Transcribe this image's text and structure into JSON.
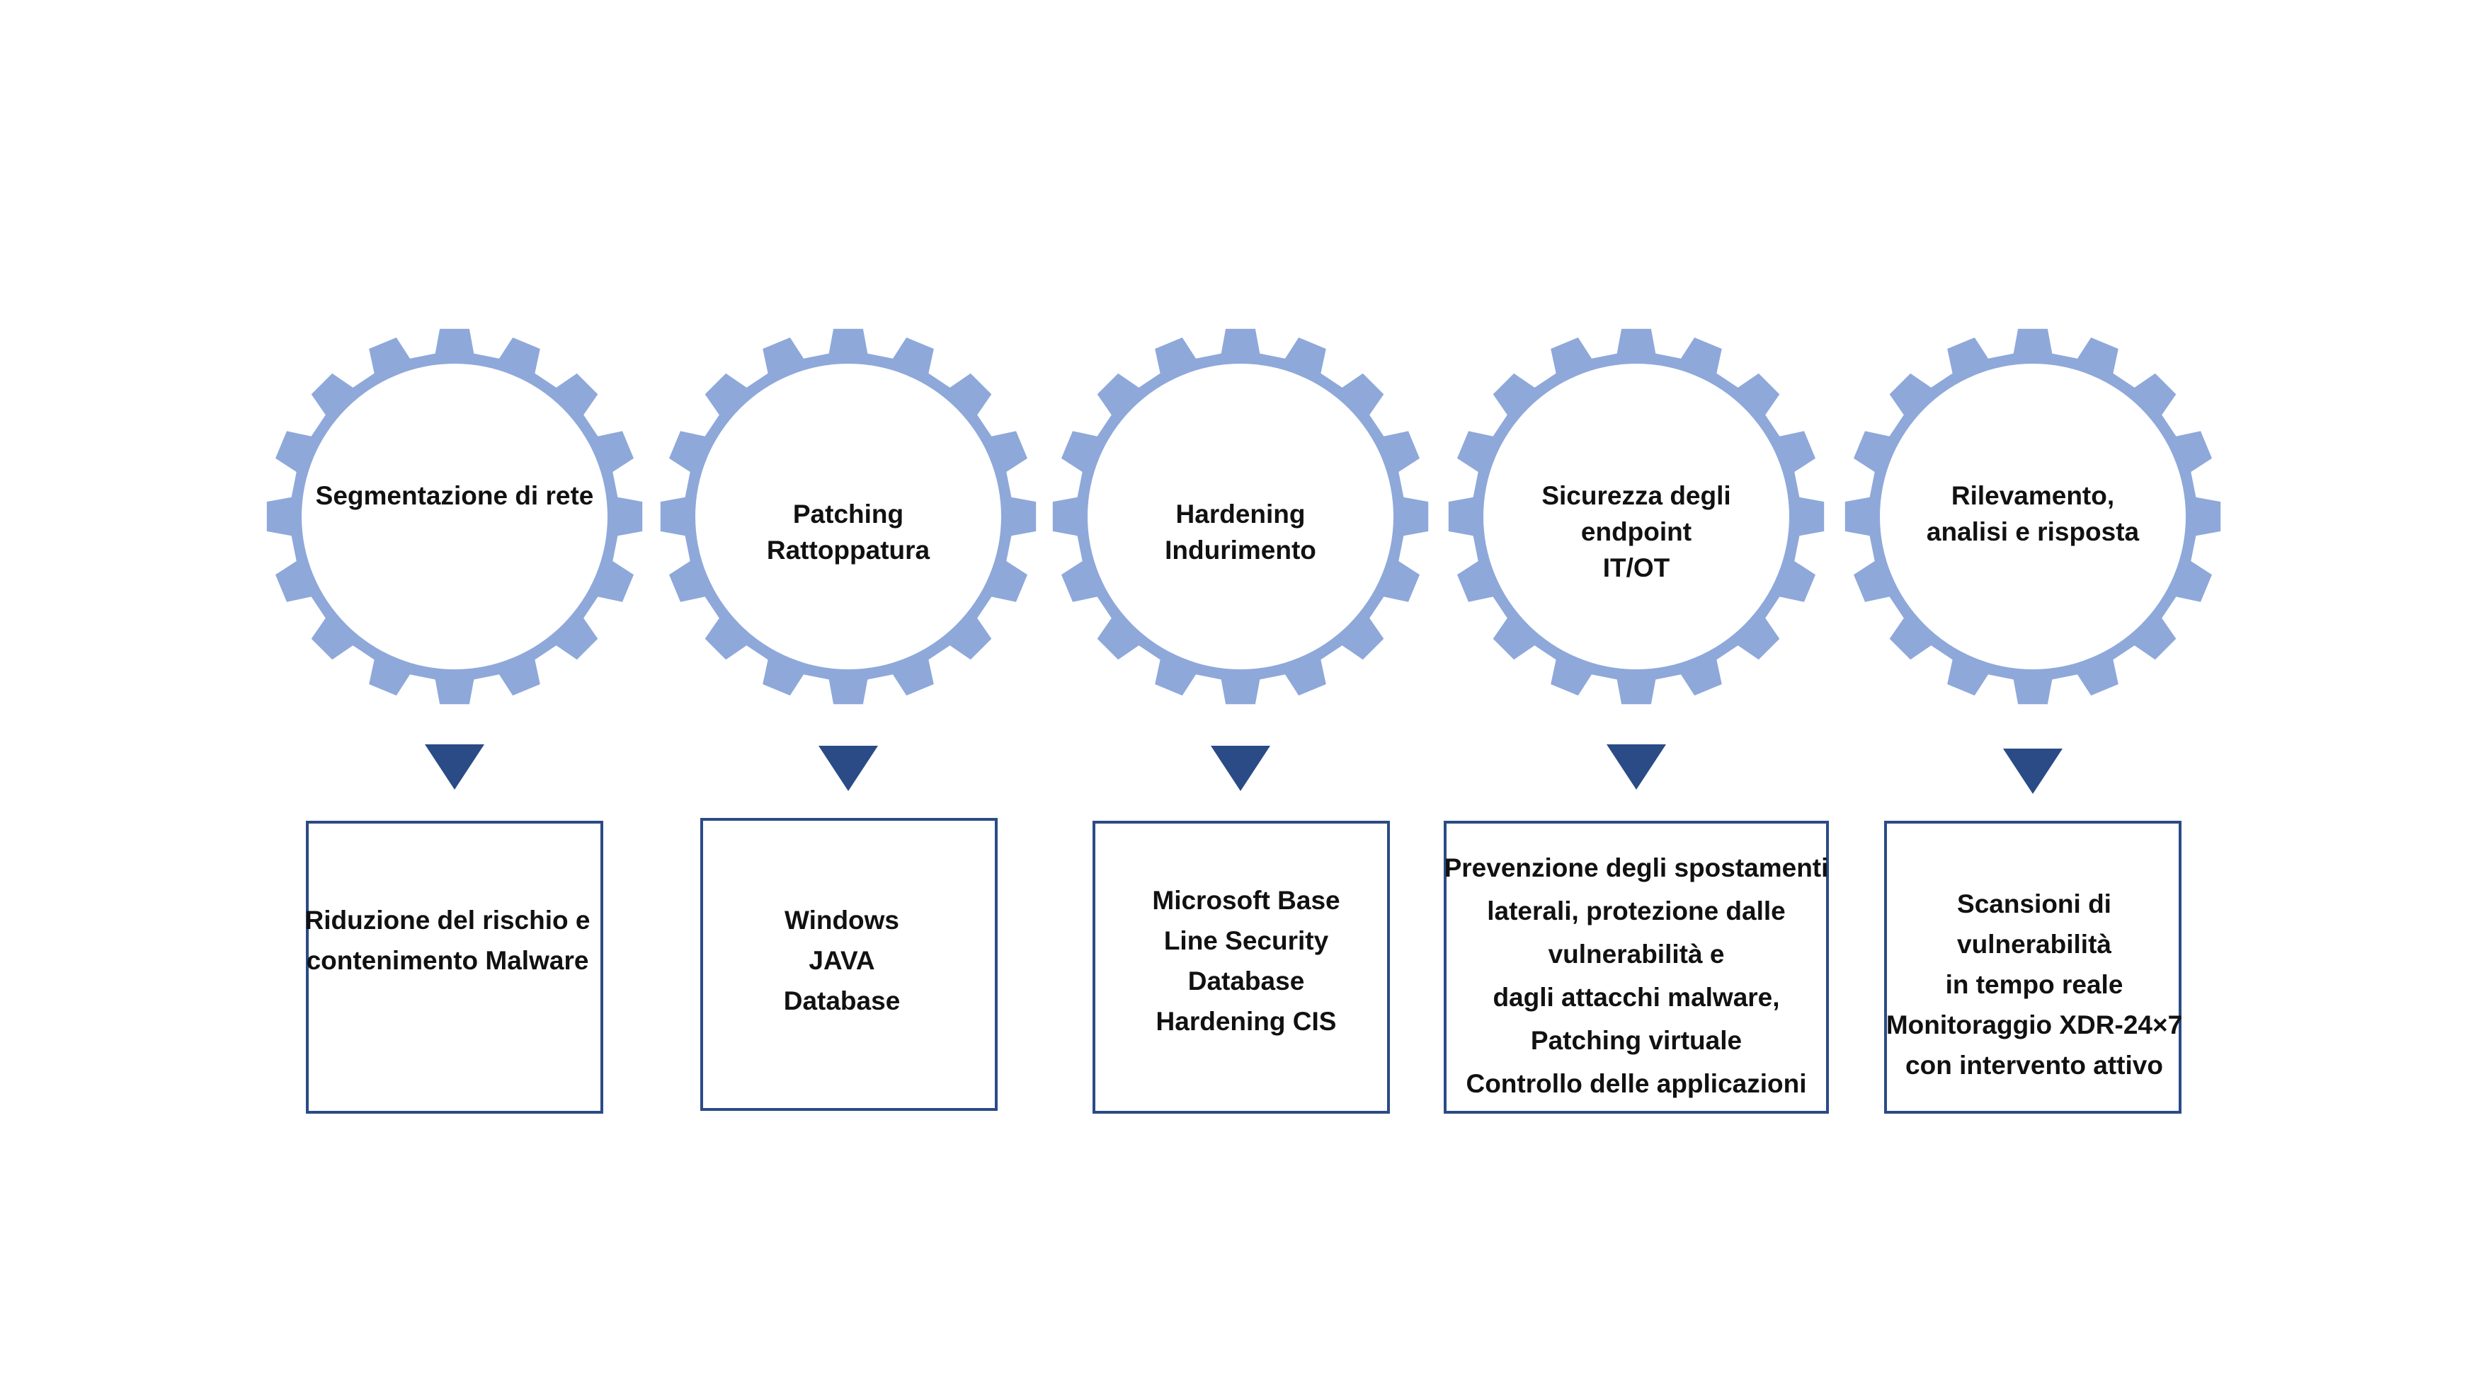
{
  "colors": {
    "gear": "#8ea8da",
    "arrow": "#2a4b86",
    "box_border": "#2a4b86",
    "text": "#111111"
  },
  "steps": [
    {
      "title": "Segmentazione di rete",
      "detail": "Riduzione del rischio e\ncontenimento Malware"
    },
    {
      "title": "Patching\nRattoppatura",
      "detail": "Windows\nJAVA\nDatabase"
    },
    {
      "title": "Hardening\nIndurimento",
      "detail": "Microsoft Base\nLine Security\nDatabase\nHardening CIS"
    },
    {
      "title": "Sicurezza degli\nendpoint\nIT/OT",
      "detail": "Prevenzione degli spostamenti\nlaterali,  protezione dalle\nvulnerabilità e\ndagli attacchi malware,\nPatching virtuale\nControllo delle applicazioni"
    },
    {
      "title": "Rilevamento,\nanalisi e risposta",
      "detail": "Scansioni di vulnerabilità\nin tempo reale\nMonitoraggio XDR-24×7\ncon intervento attivo"
    }
  ]
}
